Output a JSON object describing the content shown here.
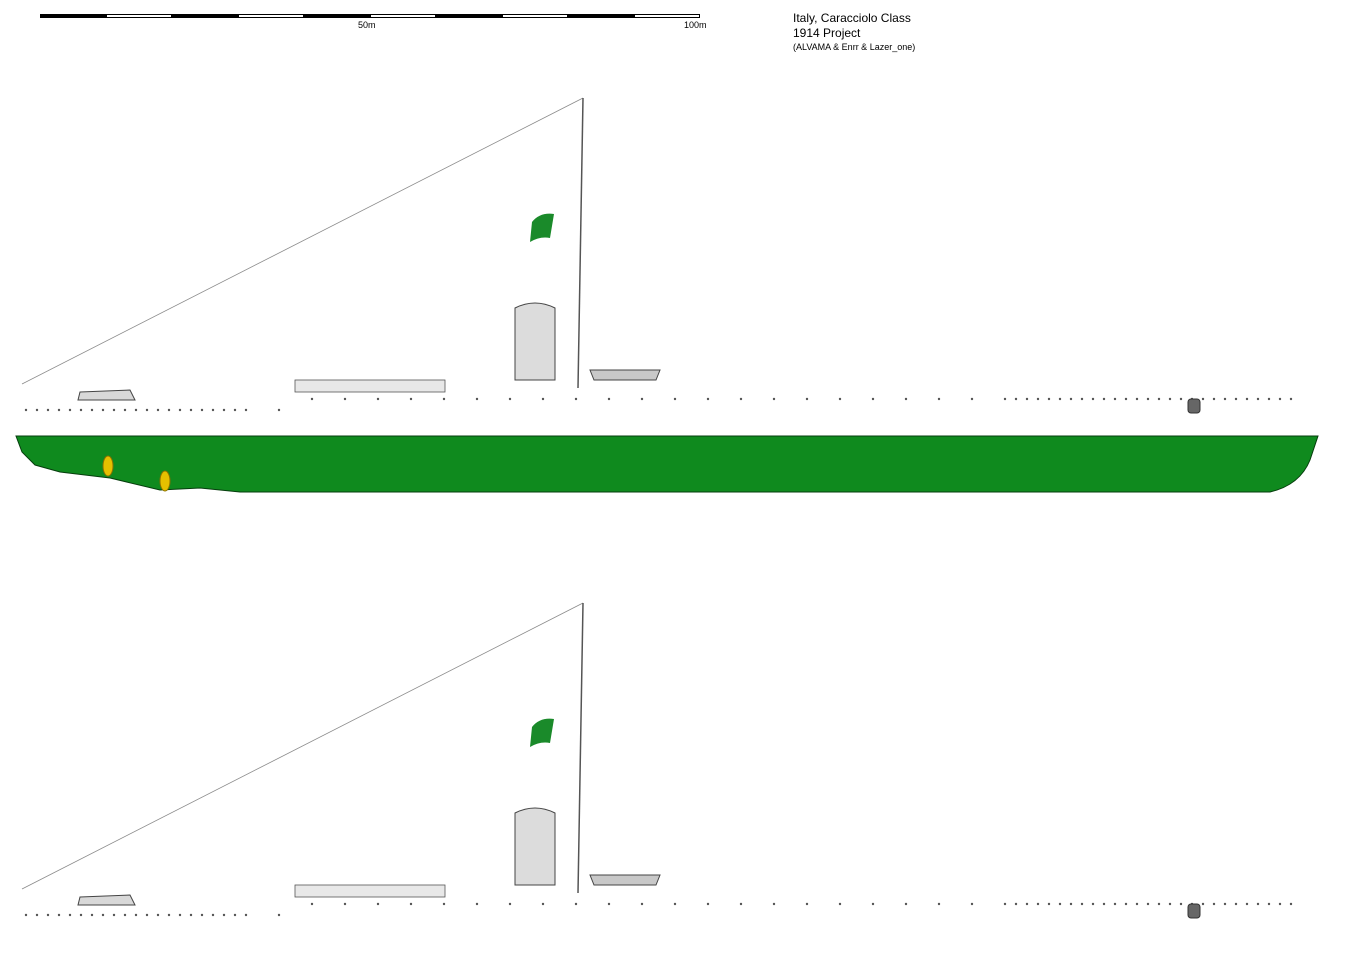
{
  "title": {
    "line1": "Italy, Caracciolo Class",
    "line2": "1914 Project",
    "line3": "(ALVAMA & Enrr & Lazer_one)"
  },
  "scale": {
    "mid_label": "50m",
    "end_label": "100m"
  },
  "colors": {
    "hull_grey": "#d4d4d4",
    "underwater_green": "#0f8a1e",
    "boot_topping": "#0a2a0a",
    "deck_light": "#e8e8e8",
    "flag_green": "#1a8a2a",
    "flag_red": "#d42020",
    "propeller": "#e6c000"
  },
  "drawings": [
    {
      "id": "full-hull",
      "view": "full hull profile"
    },
    {
      "id": "waterline",
      "view": "waterline profile"
    }
  ]
}
